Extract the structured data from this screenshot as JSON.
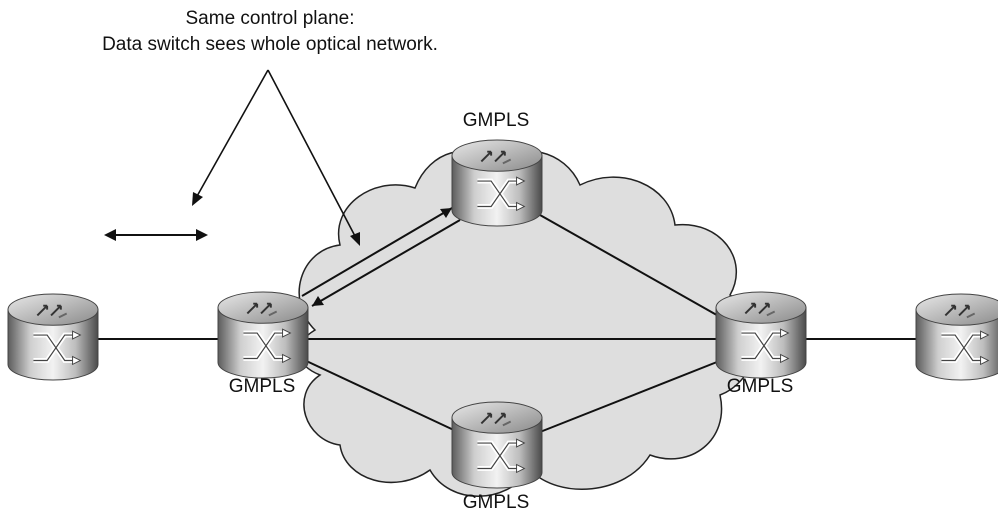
{
  "annotation": {
    "line1": "Same control plane:",
    "line2": "Data switch sees whole optical network."
  },
  "routers": [
    {
      "id": "edge-left",
      "label": ""
    },
    {
      "id": "gmpls-left",
      "label": "GMPLS"
    },
    {
      "id": "gmpls-top",
      "label": "GMPLS"
    },
    {
      "id": "gmpls-bottom",
      "label": "GMPLS"
    },
    {
      "id": "gmpls-right",
      "label": "GMPLS"
    },
    {
      "id": "edge-right",
      "label": ""
    }
  ],
  "colors": {
    "cloud": "#dedede",
    "router_dark": "#6a6a6a",
    "router_light": "#d8d8d8",
    "line": "#111111"
  }
}
